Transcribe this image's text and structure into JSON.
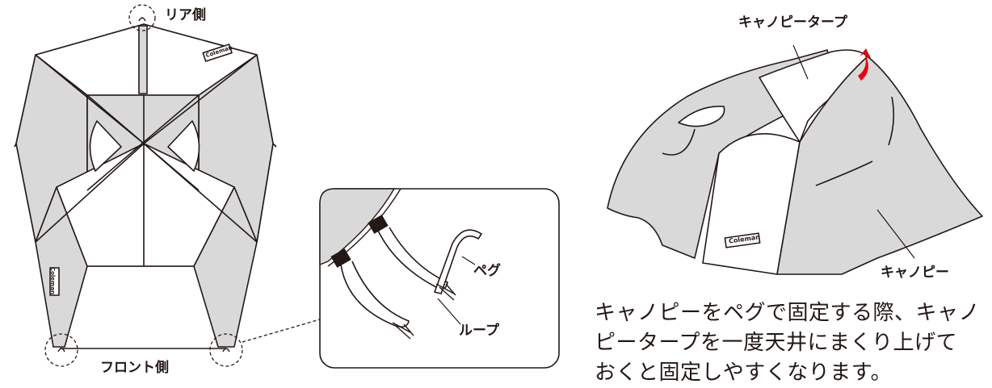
{
  "labels": {
    "rear": "リア側",
    "front": "フロント側",
    "peg": "ペグ",
    "loop": "ループ",
    "canopy_tarp": "キャノピータープ",
    "canopy": "キャノピー"
  },
  "logo_text": "Coleman",
  "caption_lines": [
    "キャノピーをペグで固定する際、キャノ",
    "ピータープを一度天井にまくり上げて",
    "おくと固定しやすくなります。"
  ],
  "colors": {
    "line": "#231815",
    "fabric_gray": "#d9d9d9",
    "accent_arrow": "#e60012"
  }
}
